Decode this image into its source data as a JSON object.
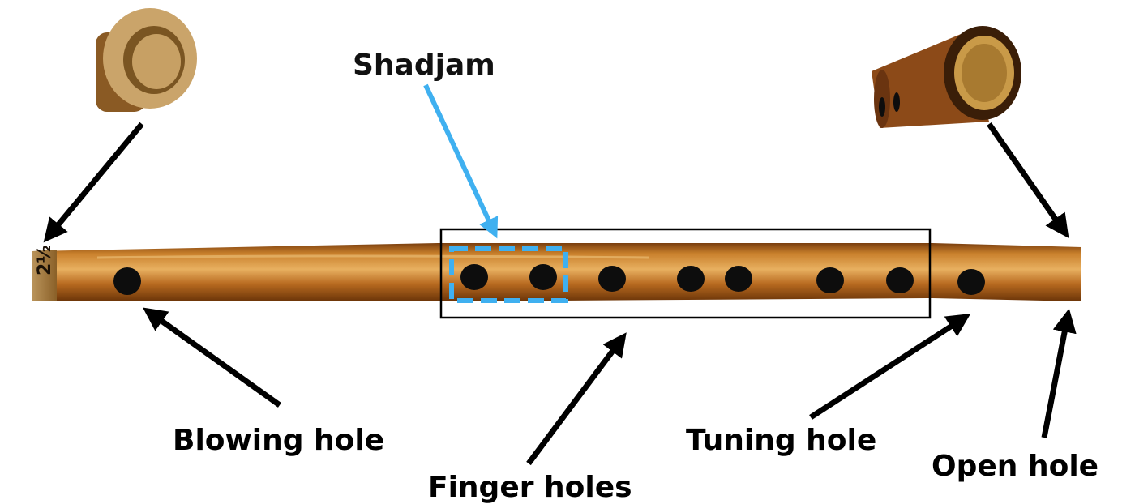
{
  "labels": {
    "shadjam": "Shadjam",
    "blowing_hole": "Blowing hole",
    "finger_holes": "Finger holes",
    "tuning_hole": "Tuning hole",
    "open_hole": "Open hole"
  },
  "flute": {
    "size_mark": "2½",
    "finger_hole_count": 7,
    "shadjam_hole_count": 2
  },
  "colors": {
    "arrow": "#000000",
    "shadjam_highlight": "#3fb0f0",
    "bamboo_light": "#d99a3c",
    "bamboo_dark": "#8c4a14",
    "hole": "#0d0d0d",
    "frame": "#000000"
  }
}
